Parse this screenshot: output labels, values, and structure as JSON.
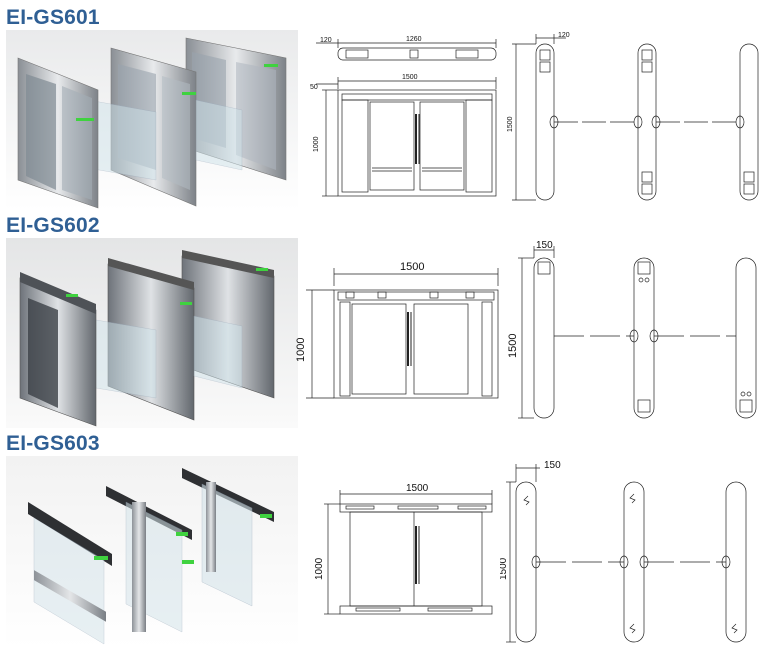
{
  "sections": [
    {
      "model": "EI-GS601",
      "front_view": {
        "width": "1500",
        "height": "1000",
        "top_offset": "50"
      },
      "top_view": {
        "left_offset": "120",
        "length": "1260"
      },
      "plan_view": {
        "post_width": "120",
        "length": "1500"
      }
    },
    {
      "model": "EI-GS602",
      "front_view": {
        "width": "1500",
        "height": "1000"
      },
      "plan_view": {
        "post_width": "150",
        "length": "1500"
      }
    },
    {
      "model": "EI-GS603",
      "front_view": {
        "width": "1500",
        "height": "1000"
      },
      "plan_view": {
        "post_width": "150",
        "length": "1500"
      }
    }
  ],
  "colors": {
    "title": "#2f5f94",
    "indicator_light": "#3fd23f",
    "steel_light": "#e6e8ea",
    "steel_dark": "#6d7278",
    "line": "#222222"
  }
}
